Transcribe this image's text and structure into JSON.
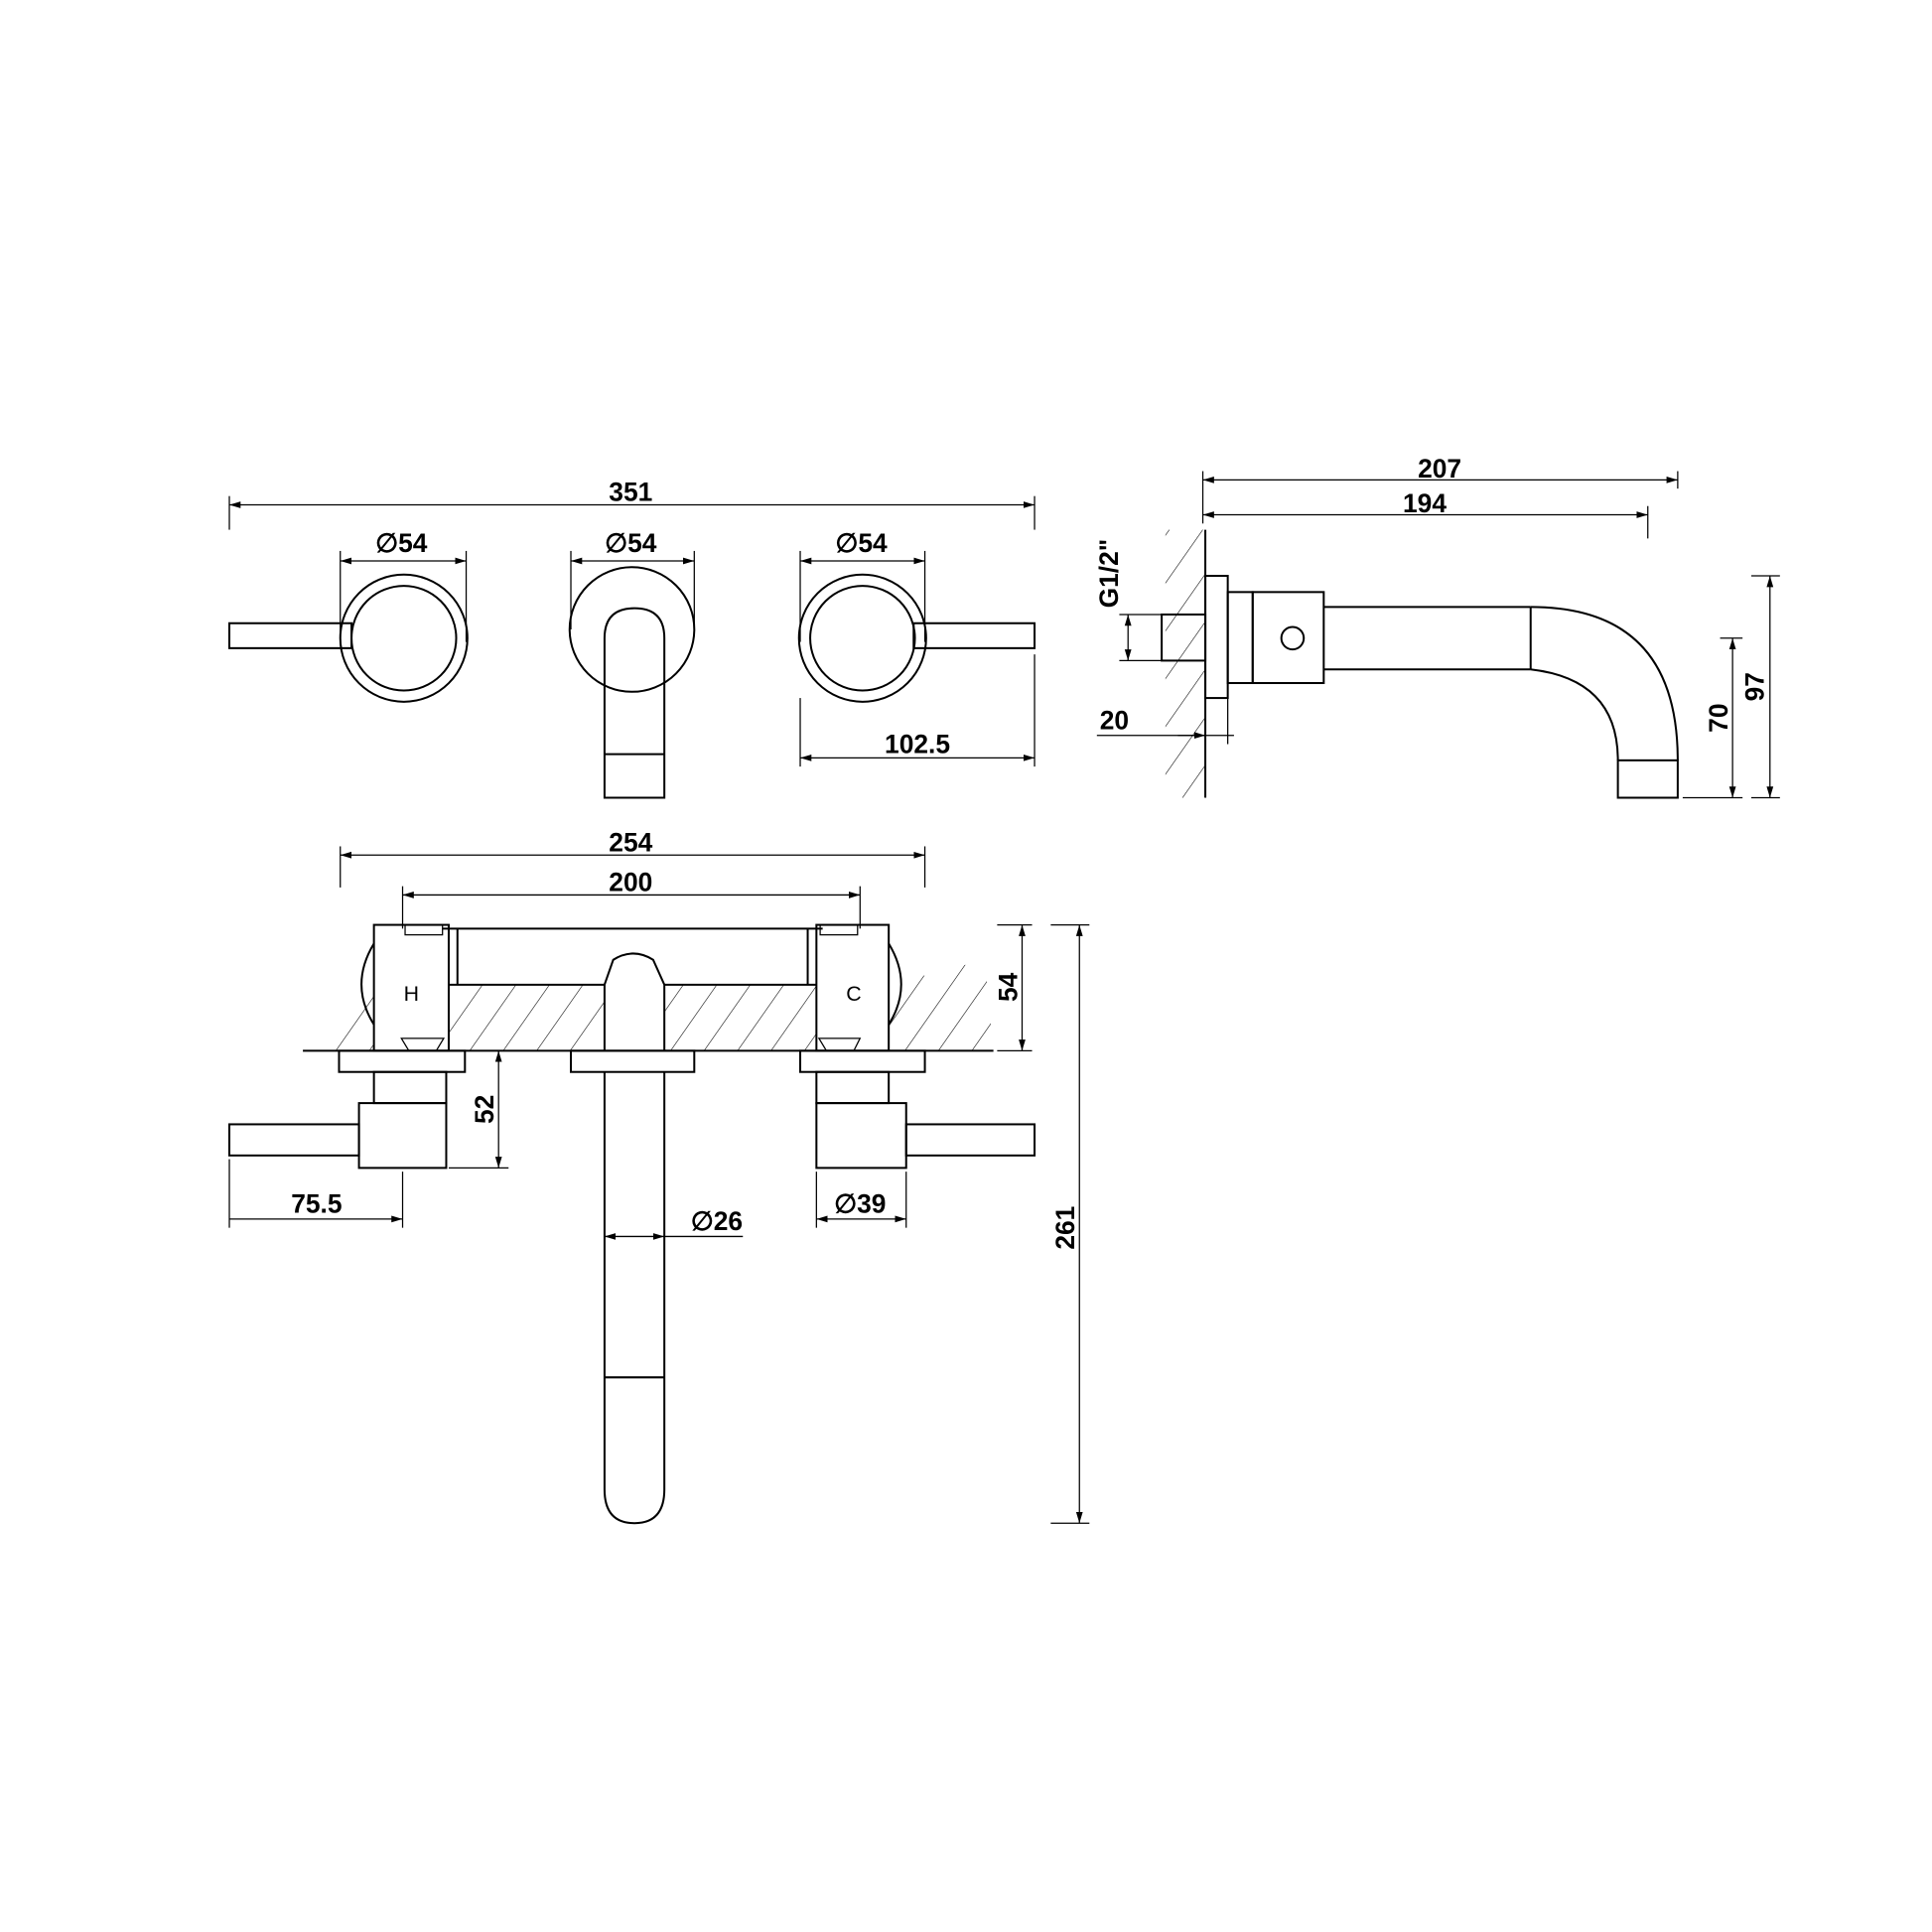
{
  "drawing": {
    "title": "Wall-mounted three-hole basin mixer – technical drawing",
    "units": "mm",
    "front_view": {
      "overall_width": "351",
      "left_handle_diameter": "∅54",
      "spout_rose_diameter": "∅54",
      "right_handle_diameter": "∅54",
      "handle_reach": "102.5"
    },
    "side_view": {
      "projection_total": "207",
      "spout_projection": "194",
      "thread": "G1/2\"",
      "rose_depth": "20",
      "spout_drop": "70",
      "total_height": "97"
    },
    "plan_view": {
      "handle_centres_outer": "254",
      "valve_centres": "200",
      "concealed_depth": "54",
      "valve_projection": "52",
      "lever_length": "75.5",
      "spout_diameter": "∅26",
      "valve_diameter": "∅39",
      "overall_length": "261",
      "hot_label": "H",
      "cold_label": "C"
    }
  }
}
